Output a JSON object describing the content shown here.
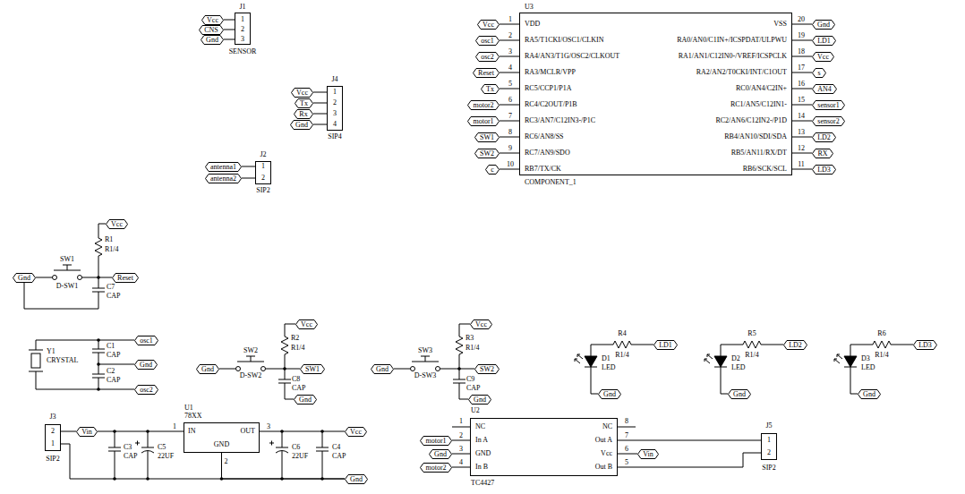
{
  "diagram": {
    "nodes": [
      {
        "text": [
          "J1",
          "1",
          "2",
          "3",
          "SENSOR"
        ]
      },
      {
        "text": [
          "Vcc"
        ]
      },
      {
        "text": [
          "CNS"
        ]
      },
      {
        "text": [
          "Gnd"
        ]
      },
      {
        "text": [
          "J4",
          "1",
          "2",
          "3",
          "4",
          "SIP4"
        ]
      },
      {
        "text": [
          "Vcc"
        ]
      },
      {
        "text": [
          "Tx"
        ]
      },
      {
        "text": [
          "Rx"
        ]
      },
      {
        "text": [
          "Gnd"
        ]
      },
      {
        "text": [
          "J2",
          "1",
          "2",
          "SIP2"
        ]
      },
      {
        "text": [
          "antenna1"
        ]
      },
      {
        "text": [
          "antenna2"
        ]
      },
      {
        "text": [
          "U3",
          "VDD",
          "RA5/T1CKI/OSC1/CLKIN",
          "RA4/AN3/T1G/OSC2/CLKOUT",
          "RA3/MCLR/VPP",
          "RC5/CCP1/P1A",
          "RC4/C2OUT/P1B",
          "RC3/AN7/C12IN3-/P1C",
          "RC6/AN8/SS",
          "RC7/AN9/SDO",
          "RB7/TX/CK",
          "VSS",
          "RA0/AN0/C1IN+/ICSPDAT/ULPWU",
          "RA1/AN1/C12IN0-/VREF/ICSPCLK",
          "RA2/AN2/T0CKI/INT/C1OUT",
          "RC0/AN4/C2IN+",
          "RC1/AN5/C12IN1-",
          "RC2/AN6/C12IN2-/P1D",
          "RB4/AN10/SDI/SDA",
          "RB5/AN11/RX/DT",
          "RB6/SCK/SCL",
          "COMPONENT_1"
        ]
      },
      {
        "text": [
          "Vcc"
        ]
      },
      {
        "text": [
          "osc1"
        ]
      },
      {
        "text": [
          "osc2"
        ]
      },
      {
        "text": [
          "Reset"
        ]
      },
      {
        "text": [
          "Tx"
        ]
      },
      {
        "text": [
          "motor2"
        ]
      },
      {
        "text": [
          "motor1"
        ]
      },
      {
        "text": [
          "SW1"
        ]
      },
      {
        "text": [
          "SW2"
        ]
      },
      {
        "text": [
          "c"
        ]
      },
      {
        "text": [
          "Gnd"
        ]
      },
      {
        "text": [
          "LD1"
        ]
      },
      {
        "text": [
          "Vcc"
        ]
      },
      {
        "text": [
          "s"
        ]
      },
      {
        "text": [
          "AN4"
        ]
      },
      {
        "text": [
          "sensor1"
        ]
      },
      {
        "text": [
          "sensor2"
        ]
      },
      {
        "text": [
          "LD2"
        ]
      },
      {
        "text": [
          "RX"
        ]
      },
      {
        "text": [
          "LD3"
        ]
      },
      {
        "text": [
          "Vcc"
        ]
      },
      {
        "text": [
          "Reset"
        ]
      },
      {
        "text": [
          "Gnd"
        ]
      },
      {
        "text": [
          "osc1"
        ]
      },
      {
        "text": [
          "Gnd"
        ]
      },
      {
        "text": [
          "osc2"
        ]
      },
      {
        "text": [
          "Vcc"
        ]
      },
      {
        "text": [
          "Gnd"
        ]
      },
      {
        "text": [
          "SW1"
        ]
      },
      {
        "text": [
          "Gnd"
        ]
      },
      {
        "text": [
          "Vcc"
        ]
      },
      {
        "text": [
          "Gnd"
        ]
      },
      {
        "text": [
          "SW2"
        ]
      },
      {
        "text": [
          "Gnd"
        ]
      },
      {
        "text": [
          "LD1"
        ]
      },
      {
        "text": [
          "Gnd"
        ]
      },
      {
        "text": [
          "LD2"
        ]
      },
      {
        "text": [
          "Gnd"
        ]
      },
      {
        "text": [
          "LD3"
        ]
      },
      {
        "text": [
          "Gnd"
        ]
      },
      {
        "text": [
          "J3",
          "2",
          "1",
          "SIP2"
        ]
      },
      {
        "text": [
          "Vin"
        ]
      },
      {
        "text": [
          "U1",
          "78XX",
          "IN",
          "GND",
          "OUT"
        ]
      },
      {
        "text": [
          "Vcc"
        ]
      },
      {
        "text": [
          "Gnd"
        ]
      },
      {
        "text": [
          "U2",
          "NC",
          "In A",
          "GND",
          "In B",
          "NC",
          "Out A",
          "Vcc",
          "Out B",
          "TC4427"
        ]
      },
      {
        "text": [
          "motor1"
        ]
      },
      {
        "text": [
          "Gnd"
        ]
      },
      {
        "text": [
          "motor2"
        ]
      },
      {
        "text": [
          "Vin"
        ]
      },
      {
        "text": [
          "J5",
          "1",
          "2",
          "SIP2"
        ]
      }
    ],
    "edges": [
      {
        "from": 1,
        "to": 0,
        "arrow": "none"
      },
      {
        "from": 2,
        "to": 0,
        "arrow": "none"
      },
      {
        "from": 3,
        "to": 0,
        "arrow": "none"
      },
      {
        "from": 5,
        "to": 4,
        "arrow": "none"
      },
      {
        "from": 6,
        "to": 4,
        "arrow": "none"
      },
      {
        "from": 7,
        "to": 4,
        "arrow": "none"
      },
      {
        "from": 8,
        "to": 4,
        "arrow": "none"
      },
      {
        "from": 10,
        "to": 9,
        "arrow": "none"
      },
      {
        "from": 11,
        "to": 9,
        "arrow": "none"
      },
      {
        "from": 13,
        "to": 12,
        "label": "1",
        "arrow": "none"
      },
      {
        "from": 14,
        "to": 12,
        "label": "2",
        "arrow": "none"
      },
      {
        "from": 15,
        "to": 12,
        "label": "3",
        "arrow": "none"
      },
      {
        "from": 16,
        "to": 12,
        "label": "4",
        "arrow": "none"
      },
      {
        "from": 17,
        "to": 12,
        "label": "5",
        "arrow": "none"
      },
      {
        "from": 18,
        "to": 12,
        "label": "6",
        "arrow": "none"
      },
      {
        "from": 19,
        "to": 12,
        "label": "7",
        "arrow": "none"
      },
      {
        "from": 20,
        "to": 12,
        "label": "8",
        "arrow": "none"
      },
      {
        "from": 21,
        "to": 12,
        "label": "9",
        "arrow": "none"
      },
      {
        "from": 22,
        "to": 12,
        "label": "10",
        "arrow": "none"
      },
      {
        "from": 12,
        "to": 23,
        "label": "20",
        "arrow": "none"
      },
      {
        "from": 12,
        "to": 24,
        "label": "19",
        "arrow": "none"
      },
      {
        "from": 12,
        "to": 25,
        "label": "18",
        "arrow": "none"
      },
      {
        "from": 12,
        "to": 26,
        "label": "17",
        "arrow": "none"
      },
      {
        "from": 12,
        "to": 27,
        "label": "16",
        "arrow": "none"
      },
      {
        "from": 12,
        "to": 28,
        "label": "15",
        "arrow": "none"
      },
      {
        "from": 12,
        "to": 29,
        "label": "14",
        "arrow": "none"
      },
      {
        "from": 12,
        "to": 30,
        "label": "13",
        "arrow": "none"
      },
      {
        "from": 12,
        "to": 31,
        "label": "12",
        "arrow": "none"
      },
      {
        "from": 12,
        "to": 32,
        "label": "11",
        "arrow": "none"
      },
      {
        "from": 53,
        "to": 54,
        "arrow": "none"
      },
      {
        "from": 54,
        "to": 55,
        "label": "1",
        "arrow": "none"
      },
      {
        "from": 55,
        "to": 56,
        "label": "3",
        "arrow": "none"
      },
      {
        "from": 55,
        "to": 57,
        "label": "2",
        "arrow": "none"
      },
      {
        "from": 53,
        "to": 57,
        "arrow": "none"
      },
      {
        "from": 59,
        "to": 58,
        "label": "2",
        "arrow": "none"
      },
      {
        "from": 60,
        "to": 58,
        "label": "3",
        "arrow": "none"
      },
      {
        "from": 61,
        "to": 58,
        "label": "4",
        "arrow": "none"
      },
      {
        "from": 58,
        "to": 62,
        "label": "6",
        "arrow": "none"
      },
      {
        "from": 58,
        "to": 63,
        "label": "7",
        "arrow": "none"
      },
      {
        "from": 58,
        "to": 63,
        "label": "5",
        "arrow": "none"
      }
    ],
    "labels": [
      "SW1",
      "D-SW1",
      "R1",
      "R1/4",
      "C7",
      "CAP",
      "C1",
      "CAP",
      "Y1",
      "CRYSTAL",
      "C2",
      "CAP",
      "SW2",
      "D-SW2",
      "R2",
      "R1/4",
      "C8",
      "CAP",
      "SW3",
      "D-SW3",
      "R3",
      "R1/4",
      "C9",
      "CAP",
      "R4",
      "R1/4",
      "D1",
      "LED",
      "R5",
      "R1/4",
      "D2",
      "LED",
      "R6",
      "R1/4",
      "D3",
      "LED",
      "C3",
      "CAP",
      "C5",
      "22UF",
      "C6",
      "22UF",
      "C4",
      "CAP",
      "1",
      "8"
    ]
  }
}
